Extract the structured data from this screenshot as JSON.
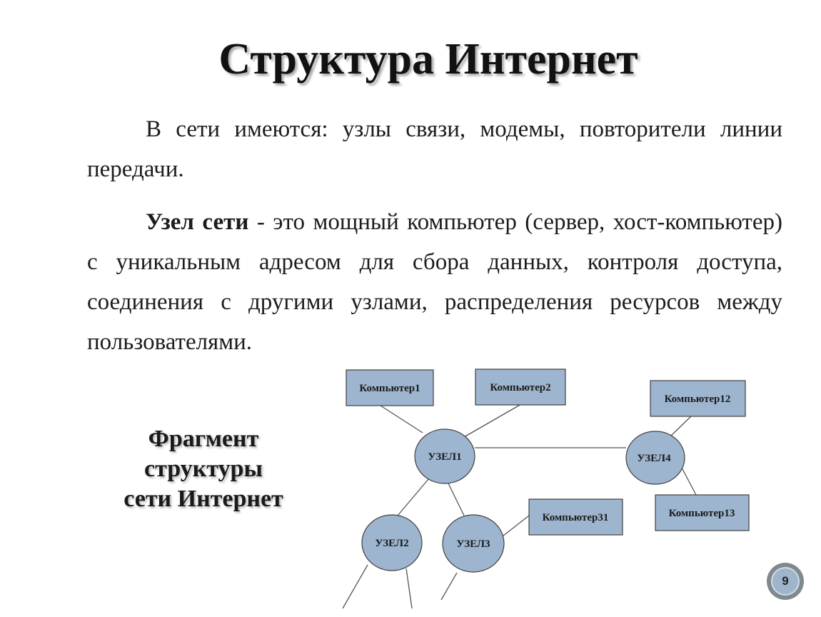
{
  "title": "Структура Интернет",
  "paragraphs": {
    "p1": "В сети имеются: узлы связи, модемы, повторители линии передачи.",
    "p2_term": "Узел сети",
    "p2_rest": " - это мощный компьютер (сервер, хост-компьютер) с уникальным адресом для сбора данных, контроля доступа, соединения с другими узлами, распределения ресурсов между пользователями."
  },
  "caption": {
    "line1": "Фрагмент",
    "line2": "структуры",
    "line3": "сети Интернет"
  },
  "diagram": {
    "nodes": {
      "n1": "УЗЕЛ1",
      "n2": "УЗЕЛ2",
      "n3": "УЗЕЛ3",
      "n4": "УЗЕЛ4"
    },
    "computers": {
      "c1": "Компьютер1",
      "c2": "Компьютер2",
      "c12": "Компьютер12",
      "c13": "Компьютер13",
      "c31": "Компьютер31"
    },
    "colors": {
      "node_fill": "#9db5cf",
      "box_fill": "#9db5cf",
      "stroke": "#404040",
      "line": "#555555"
    }
  },
  "page_number": "9"
}
